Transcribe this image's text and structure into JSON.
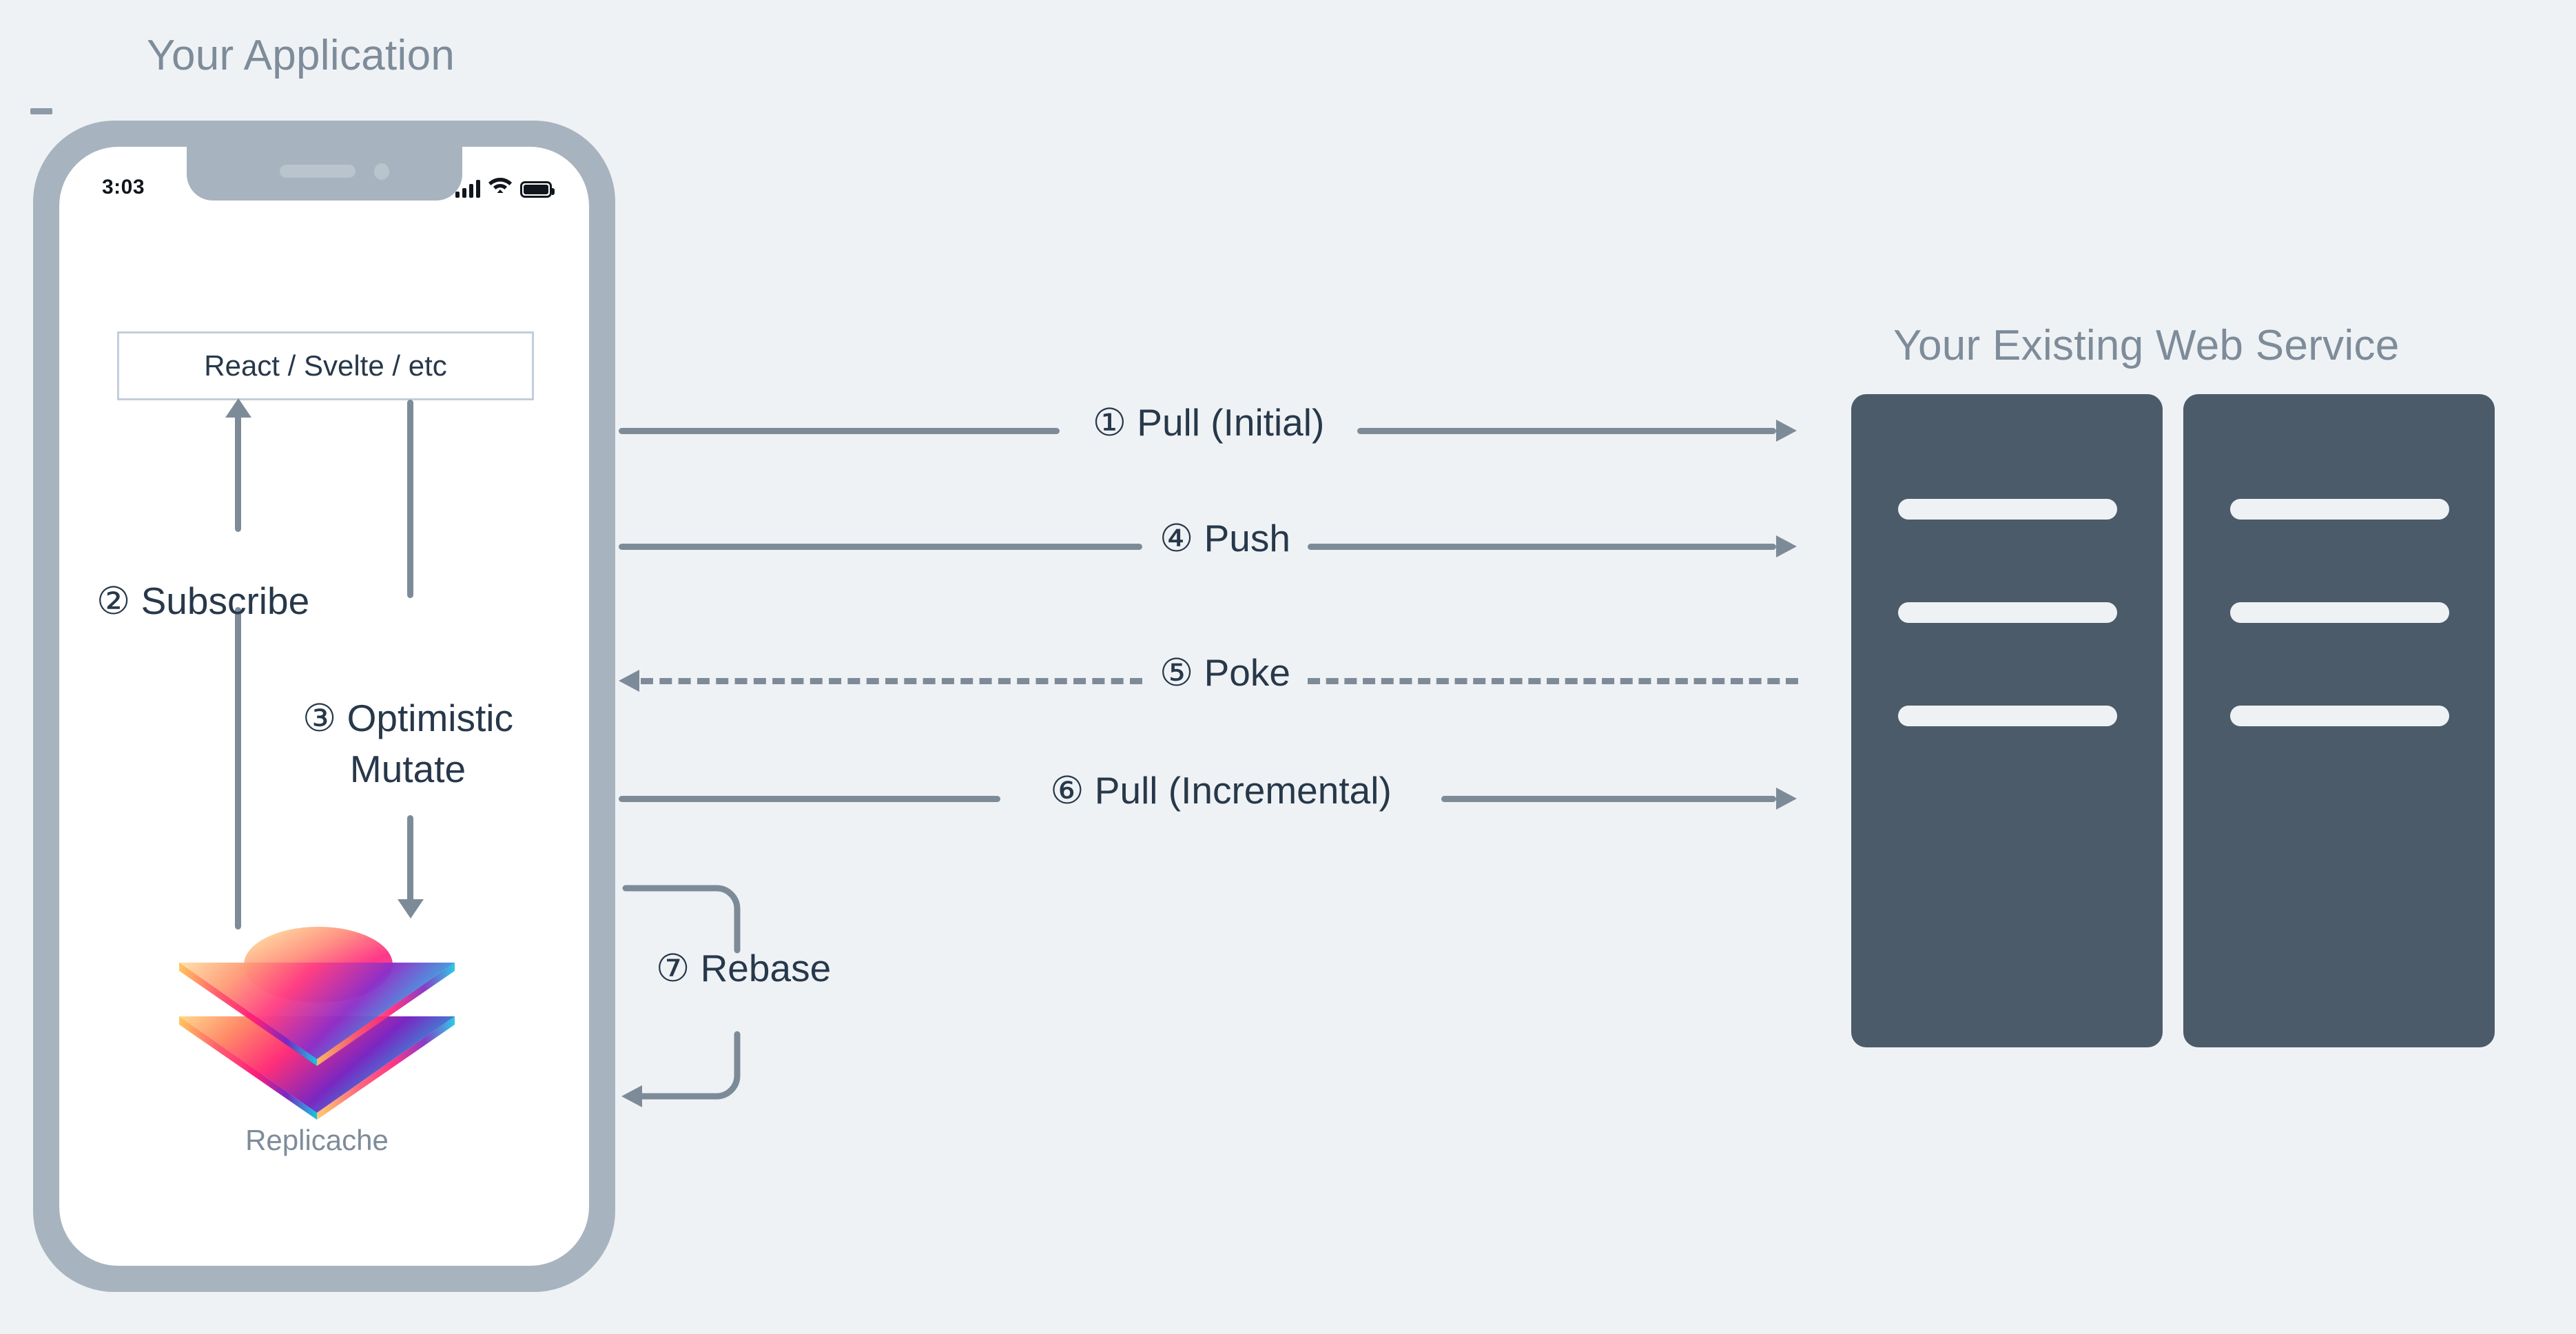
{
  "colors": {
    "background": "#eff2f5",
    "phone_frame": "#a7b4bf",
    "screen": "#ffffff",
    "arrow": "#7d8b99",
    "text_dark": "#27384a",
    "text_muted": "#7e8c9a",
    "server_fill": "#4b5b69",
    "box_border": "#c3cedb"
  },
  "app": {
    "title": "Your Application",
    "status_bar": {
      "time": "3:03",
      "icons": [
        "cellular-signal-icon",
        "wifi-icon",
        "battery-icon"
      ]
    },
    "framework_box_label": "React / Svelte / etc",
    "local_steps": [
      {
        "number": "②",
        "label": "Subscribe",
        "direction": "up"
      },
      {
        "number": "③",
        "label": "Optimistic\nMutate",
        "direction": "down"
      }
    ],
    "replicache": {
      "label": "Replicache",
      "logo_name": "replicache-layers-logo"
    }
  },
  "service": {
    "title": "Your Existing Web Service",
    "servers": [
      {
        "name": "server-rack-1",
        "bars": 3
      },
      {
        "name": "server-rack-2",
        "bars": 3
      }
    ]
  },
  "protocol_rows": [
    {
      "id": "pull-initial",
      "number": "①",
      "label": "Pull (Initial)",
      "text": "① Pull (Initial)",
      "direction": "right",
      "style": "solid"
    },
    {
      "id": "push",
      "number": "④",
      "label": "Push",
      "text": "④ Push",
      "direction": "right",
      "style": "solid"
    },
    {
      "id": "poke",
      "number": "⑤",
      "label": "Poke",
      "text": "⑤ Poke",
      "direction": "left",
      "style": "dashed"
    },
    {
      "id": "pull-incremental",
      "number": "⑥",
      "label": "Pull (Incremental)",
      "text": "⑥ Pull (Incremental)",
      "direction": "right",
      "style": "solid"
    }
  ],
  "rebase": {
    "number": "⑦",
    "label": "Rebase",
    "text": "⑦ Rebase",
    "direction": "left-loop"
  },
  "labels": {
    "subscribe_full": "② Subscribe",
    "mutate_line1": "③ Optimistic",
    "mutate_line2": "Mutate"
  }
}
